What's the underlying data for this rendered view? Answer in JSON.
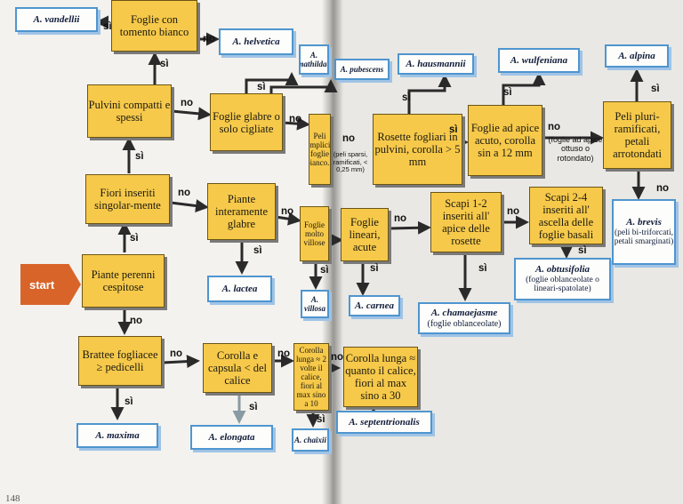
{
  "start": {
    "label": "start"
  },
  "answers": {
    "yes": "sì",
    "no": "no"
  },
  "page_number": "148",
  "questions": {
    "foglie_tomento": "Foglie con tomento bianco",
    "pulvini": "Pulvini compatti e spessi",
    "foglie_glabre": "Foglie glabre o solo cigliate",
    "peli_semplici": "Peli semplici... foglie bianco...",
    "fiori_inseriti": "Fiori inseriti singolar-mente",
    "piante_glabre": "Piante interamente glabre",
    "foglie_villose": "Foglie molto villose",
    "piante_perenni": "Piante perenni cespitose",
    "brattee": "Brattee fogliacee ≥ pedicelli",
    "corolla_capsula": "Corolla e capsula < del calice",
    "corolla_2volte": "Corolla lunga ≈ 2 volte il calice, fiori al max sino a 10",
    "corolla_lunga": "Corolla lunga ≈ quanto il calice, fiori al max sino a 30",
    "rosette": "Rosette fogliari in pulvini, corolla > 5 mm",
    "foglie_apice": "Foglie ad apice acuto, corolla sin a 12 mm",
    "peli_ramificati": "Peli pluri-ramificati, petali arrotondati",
    "foglie_lineari": "Foglie lineari, acute",
    "scapi_1_2": "Scapi 1-2 inseriti all' apice delle rosette",
    "scapi_2_4": "Scapi 2-4 inseriti all' ascella delle foglie basali"
  },
  "taxa": {
    "vandellii": "A. vandellii",
    "helvetica": "A. helvetica",
    "mathildae": "A. mathildae",
    "pubescens": "A. pubescens",
    "hausmannii": "A. hausmannii",
    "wulfeniana": "A. wulfeniana",
    "alpina": "A. alpina",
    "lactea": "A. lactea",
    "villosa": "A. villosa",
    "carnea": "A. carnea",
    "chamaejasme": {
      "name": "A. chamaejasme",
      "note": "(foglie oblanceolate)"
    },
    "obtusifolia": {
      "name": "A. obtusifolia",
      "note": "(foglie oblanceolate o lineari-spatolate)"
    },
    "brevis": {
      "name": "A. brevis",
      "note": "(peli bi-triforcati, petali smarginati)"
    },
    "maxima": "A. maxima",
    "elongata": "A. elongata",
    "chaixii": "A. chaixii",
    "septentrionalis": "A. septentrionalis"
  },
  "notes": {
    "peli_sparsi": "(peli sparsi, ramificati, < 0,25 mm)",
    "foglie_apice_ottuso": "(foglie ad apice ottuso o rotondato)"
  },
  "colors": {
    "question_fill": "#f6c94a",
    "taxon_border": "#4f95cf",
    "start_arrow": "#d8642a"
  }
}
